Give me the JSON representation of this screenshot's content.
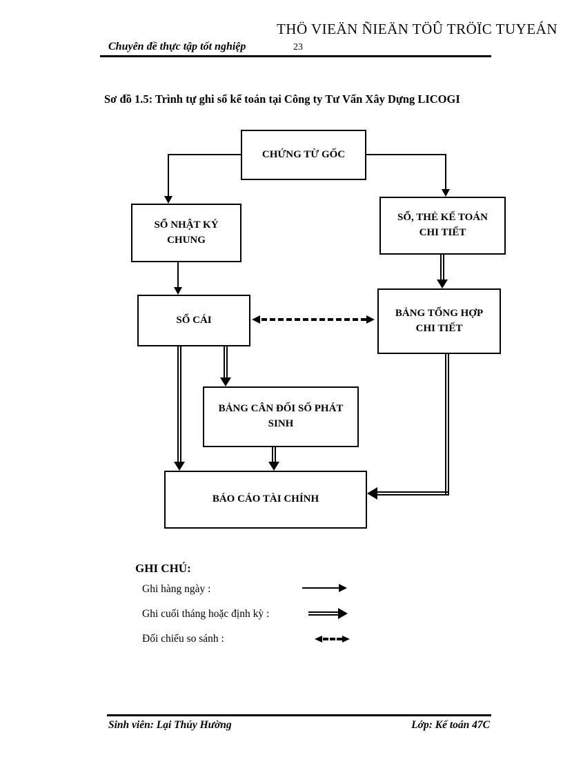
{
  "watermark": "THÖ VIEÄN ÑIEÄN TÖÛ TRÖÏC TUYEÁN",
  "header": {
    "course_title": "Chuyên đề thực tập tốt nghiệp",
    "page_number": "23"
  },
  "figure_title": "Sơ đồ 1.5: Trình tự ghi sổ kế toán tại Công ty Tư Vấn Xây Dựng LICOGI",
  "diagram": {
    "nodes": {
      "chung_tu_goc": "CHỨNG TỪ GỐC",
      "so_nhat_ky_chung": "SỔ NHẬT KÝ CHUNG",
      "so_the_ke_toan": "SỔ, THẺ KẾ TOÁN CHI TIẾT",
      "so_cai": "SỔ CÁI",
      "bang_tong_hop": "BẢNG TỔNG HỢP CHI TIẾT",
      "bang_can_doi": "BẢNG CÂN ĐỐI SỐ PHÁT SINH",
      "bao_cao": "BÁO CÁO TÀI CHÍNH"
    },
    "edges": [
      {
        "from": "chung_tu_goc",
        "to": "so_nhat_ky_chung",
        "style": "daily"
      },
      {
        "from": "chung_tu_goc",
        "to": "so_the_ke_toan",
        "style": "daily"
      },
      {
        "from": "so_nhat_ky_chung",
        "to": "so_cai",
        "style": "daily"
      },
      {
        "from": "so_the_ke_toan",
        "to": "bang_tong_hop",
        "style": "periodic"
      },
      {
        "from": "so_cai",
        "to": "bao_cao",
        "style": "periodic"
      },
      {
        "from": "so_cai",
        "to": "bang_can_doi",
        "style": "periodic"
      },
      {
        "from": "bang_can_doi",
        "to": "bao_cao",
        "style": "periodic"
      },
      {
        "from": "bang_tong_hop",
        "to": "bao_cao",
        "style": "periodic"
      },
      {
        "from": "so_cai",
        "to": "bang_tong_hop",
        "style": "compare",
        "bidirectional": true
      }
    ]
  },
  "legend": {
    "heading": "GHI CHÚ:",
    "items": [
      {
        "label": "Ghi hàng ngày :",
        "style": "daily"
      },
      {
        "label": "Ghi cuối tháng hoặc định kỳ :",
        "style": "periodic"
      },
      {
        "label": "Đối chiếu so sánh :",
        "style": "compare"
      }
    ]
  },
  "footer": {
    "student": "Sinh viên: Lại Thúy Hường",
    "class": "Lớp: Kế toán 47C"
  },
  "colors": {
    "ink": "#000000",
    "paper": "#ffffff"
  }
}
